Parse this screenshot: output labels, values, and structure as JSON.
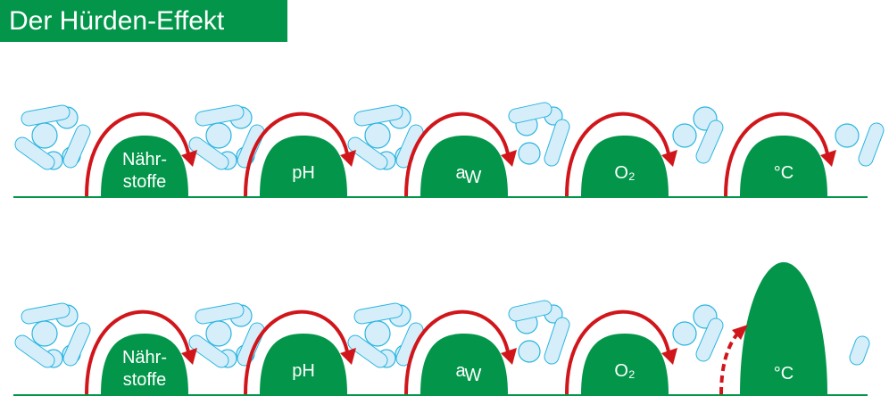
{
  "title": "Der Hürden-Effekt",
  "colors": {
    "hurdle": "#03964a",
    "arrow": "#d0161b",
    "bacteria_fill": "#d6eefa",
    "bacteria_stroke": "#29b5e0",
    "ground": "#03964a"
  },
  "hurdles": [
    {
      "lines": [
        "Nähr-",
        "stoffe"
      ]
    },
    {
      "lines": [
        "pH"
      ]
    },
    {
      "lines": [
        "a",
        "W"
      ],
      "subscript": true
    },
    {
      "lines": [
        "O₂"
      ]
    },
    {
      "lines": [
        "°C"
      ]
    }
  ],
  "rows": [
    {
      "name": "row-1",
      "tall_last_hurdle": false,
      "bacteria_pass_last": true
    },
    {
      "name": "row-2",
      "tall_last_hurdle": true,
      "bacteria_pass_last": false
    }
  ]
}
